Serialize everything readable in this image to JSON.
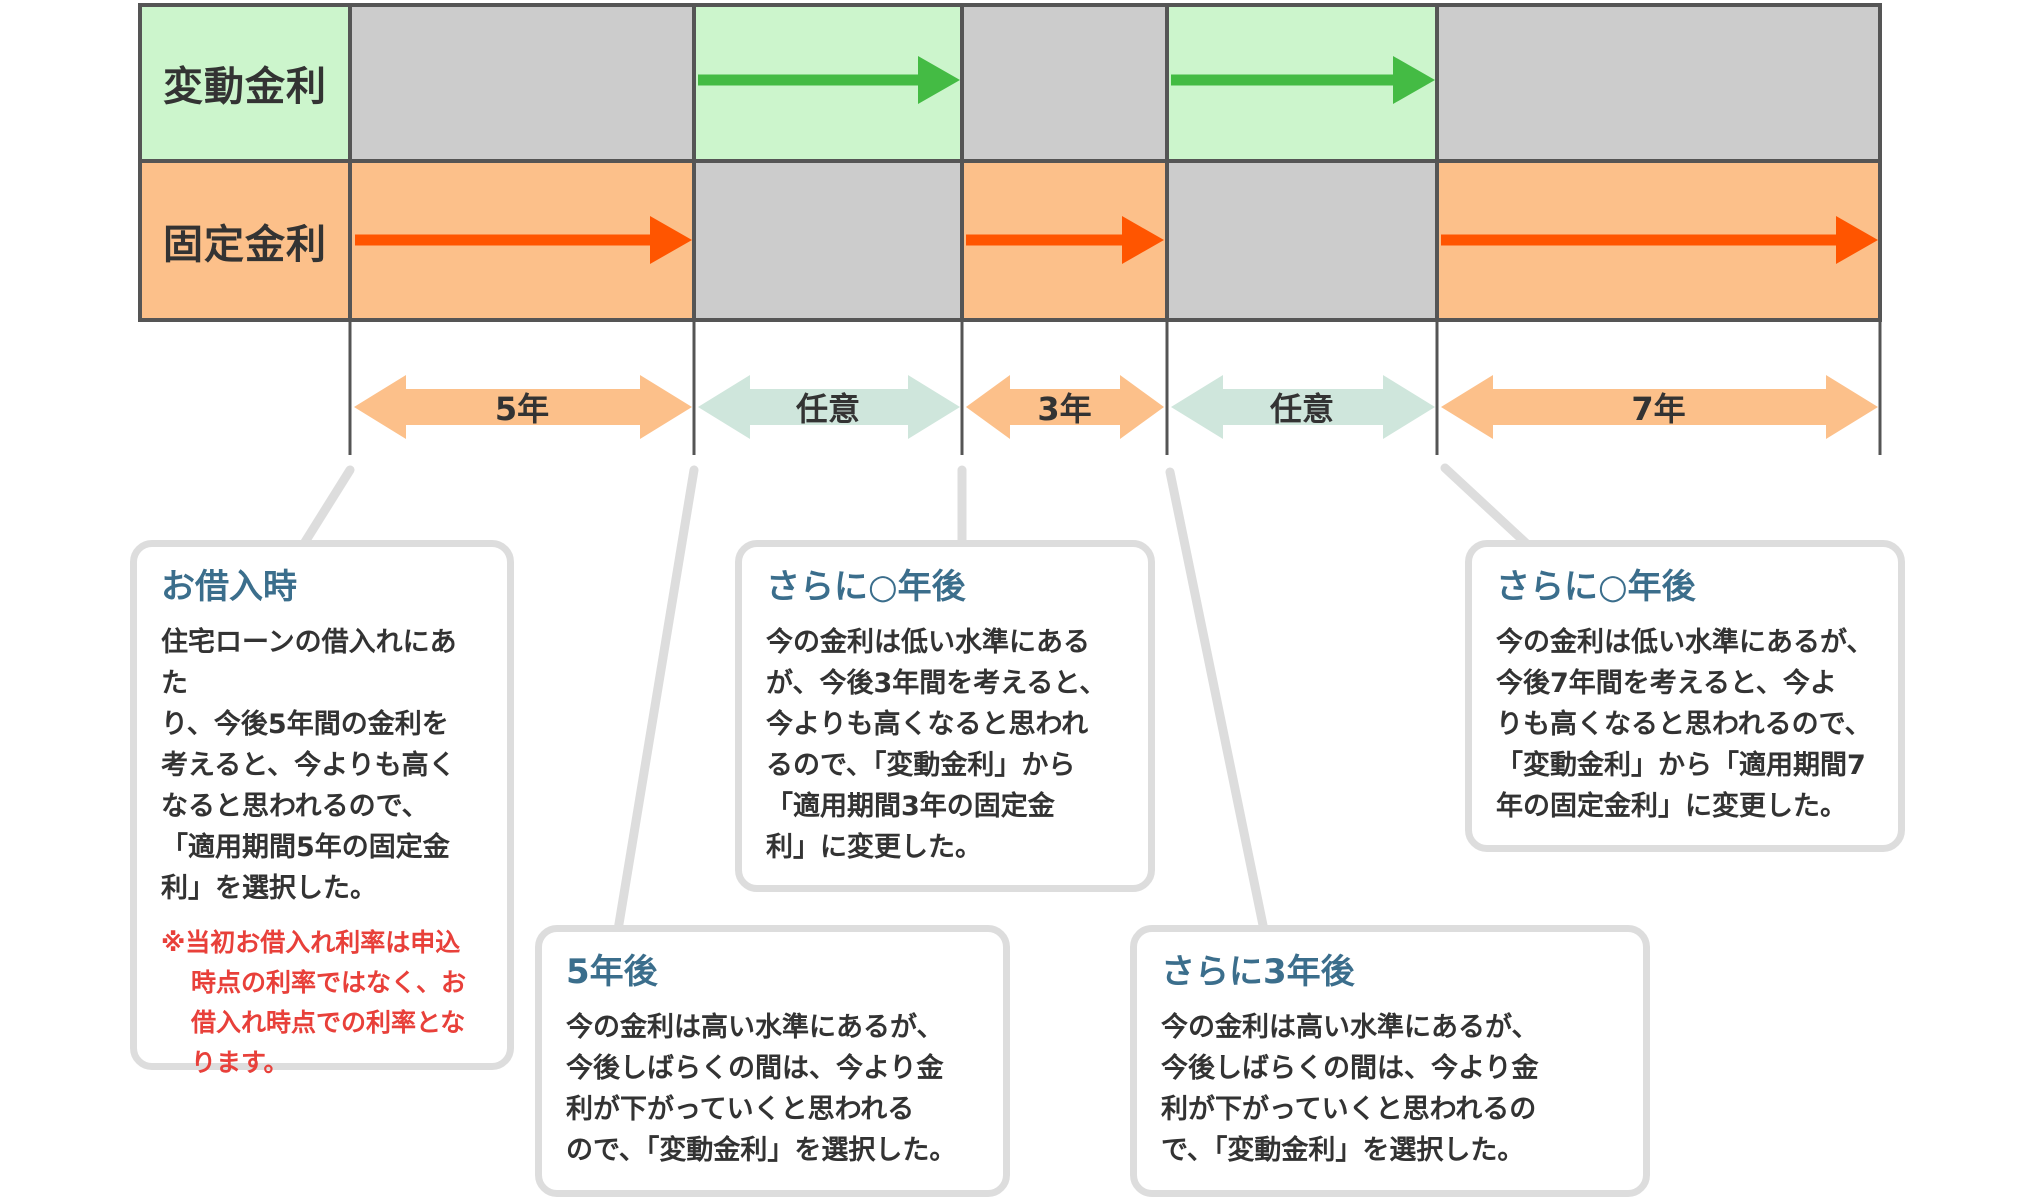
{
  "rows": {
    "variable_label": "変動金利",
    "fixed_label": "固定金利"
  },
  "periods": [
    {
      "label": "5年",
      "type": "fixed"
    },
    {
      "label": "任意",
      "type": "variable"
    },
    {
      "label": "3年",
      "type": "fixed"
    },
    {
      "label": "任意",
      "type": "variable"
    },
    {
      "label": "7年",
      "type": "fixed"
    }
  ],
  "boxes": [
    {
      "title": "お借入時",
      "body": "住宅ローンの借入れにあた\nり、今後5年間の金利を\n考えると、今よりも高く\nなると思われるので、\n「適用期間5年の固定金\n利」を選択した。",
      "note": "※当初お借入れ利率は申込\n時点の利率ではなく、お\n借入れ時点での利率とな\nります。"
    },
    {
      "title": "5年後",
      "body": "今の金利は高い水準にあるが、\n今後しばらくの間は、今より金\n利が下がっていくと思われる\nので、「変動金利」を選択した。"
    },
    {
      "title": "さらに○年後",
      "body": "今の金利は低い水準にある\nが、今後3年間を考えると、\n今よりも高くなると思われ\nるので、「変動金利」から\n「適用期間3年の固定金\n利」に変更した。"
    },
    {
      "title": "さらに3年後",
      "body": "今の金利は高い水準にあるが、\n今後しばらくの間は、今より金\n利が下がっていくと思われるの\nで、「変動金利」を選択した。"
    },
    {
      "title": "さらに○年後",
      "body": "今の金利は低い水準にあるが、\n今後7年間を考えると、今よ\nりも高くなると思われるので、\n「変動金利」から「適用期間7\n年の固定金利」に変更した。"
    }
  ],
  "colors": {
    "variable_bg": "#ccf5cc",
    "fixed_bg": "#fcc08a",
    "inactive_bg": "#cccccc",
    "variable_arrow": "#44bb44",
    "fixed_arrow": "#ff5500",
    "fixed_span": "#fcc08a",
    "variable_span": "#cfe6dc",
    "grid": "#555555",
    "connector": "#dddddd",
    "box_title": "#3b6e8c",
    "note": "#e8403a"
  }
}
